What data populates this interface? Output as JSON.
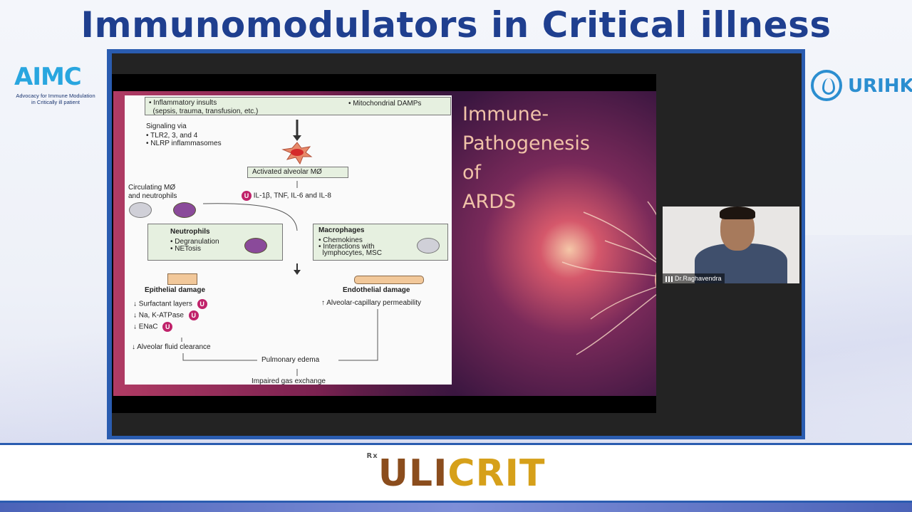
{
  "header": {
    "title": "Immunomodulators in Critical illness"
  },
  "logos": {
    "left": {
      "mark": "AIMC",
      "tagline": "Advocacy for Immune Modulation in Critically ill patient"
    },
    "right": {
      "mark": "URIHK"
    }
  },
  "slide": {
    "heading_lines": [
      "Immune-",
      "Pathogenesis",
      "of",
      "ARDS"
    ],
    "figure": {
      "insults_box": "• Inflammatory insults\n  (sepsis, trauma, transfusion, etc.)",
      "mito": "• Mitochondrial DAMPs",
      "signaling_title": "Signaling via",
      "signaling_items": [
        "• TLR2, 3, and 4",
        "• NLRP inflammasomes"
      ],
      "activated": "Activated alveolar MØ",
      "circulating": "Circulating MØ\nand neutrophils",
      "cytokines": "IL-1β, TNF, IL-6 and IL-8",
      "neutrophils_title": "Neutrophils",
      "neutrophils_items": [
        "• Degranulation",
        "• NETosis"
      ],
      "macrophages_title": "Macrophages",
      "macrophages_items": [
        "• Chemokines",
        "• Interactions with",
        "  lymphocytes, MSC"
      ],
      "epithelial": "Epithelial damage",
      "endothelial": "Endothelial damage",
      "surfactant": "↓ Surfactant layers",
      "na_k": "↓ Na, K-ATPase",
      "enac": "↓ ENaC",
      "permeability": "↑ Alveolar-capillary permeability",
      "fluid_clearance": "↓ Alveolar fluid clearance",
      "edema": "Pulmonary edema",
      "gas_exchange": "Impaired gas exchange",
      "u_badge": "U"
    }
  },
  "video": {
    "participant_name": "Dr.Raghavendra"
  },
  "banner": {
    "rx": "Rx",
    "brand_part1": "ULI",
    "brand_part2": "CRIT"
  },
  "colors": {
    "title": "#1f3f8f",
    "frame": "#2a5cb0",
    "brand_brown": "#8b4d1d",
    "brand_gold": "#d6a01a"
  }
}
